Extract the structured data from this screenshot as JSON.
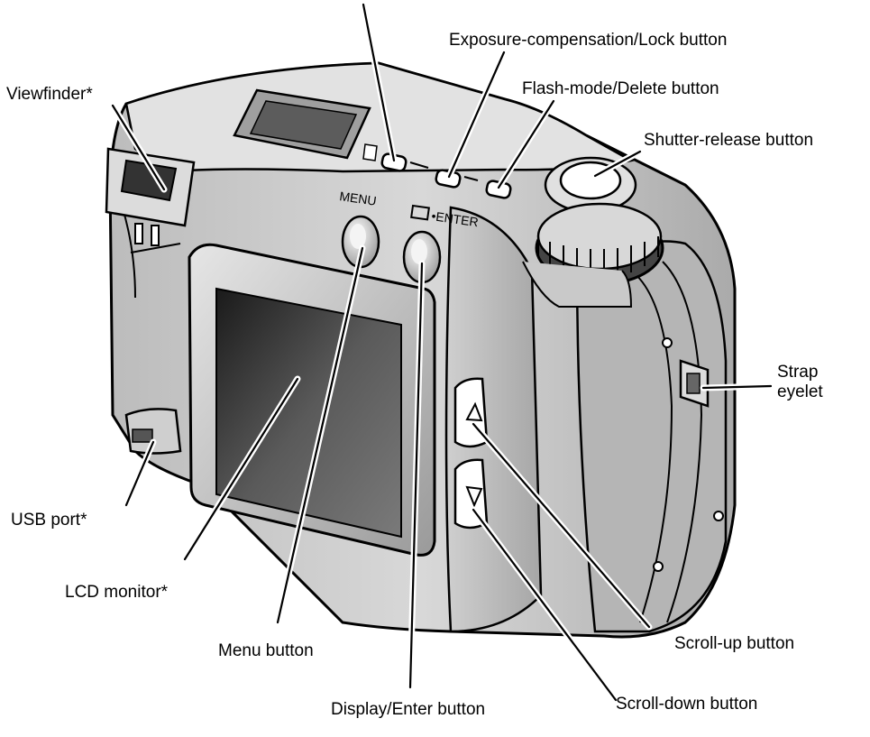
{
  "callouts": {
    "exposure_lock": "Exposure-compensation/Lock button",
    "flash_delete": "Flash-mode/Delete button",
    "viewfinder": "Viewfinder*",
    "shutter": "Shutter-release button",
    "strap": "Strap\neyelet",
    "usb": "USB port*",
    "lcd": "LCD monitor*",
    "menu": "Menu button",
    "scroll_up": "Scroll-up button",
    "display_enter": "Display/Enter button",
    "scroll_down": "Scroll-down button"
  },
  "body_marks": {
    "menu": "MENU",
    "enter": "•ENTER"
  }
}
